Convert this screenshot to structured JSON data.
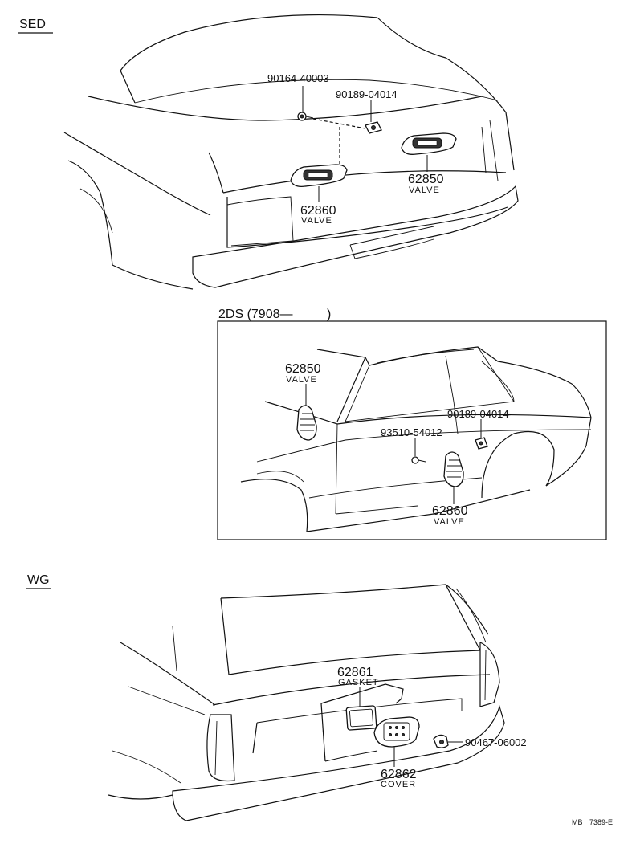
{
  "sections": {
    "sed": "SED",
    "wg": "WG"
  },
  "inset": {
    "title": "2DS (7908—",
    "title_close": ")"
  },
  "sed_parts": {
    "screw": "90164-40003",
    "nut": "90189-04014",
    "valve_right_no": "62850",
    "valve_right_name": "VALVE",
    "valve_left_no": "62860",
    "valve_left_name": "VALVE"
  },
  "ds_parts": {
    "valve_upper_no": "62850",
    "valve_upper_name": "VALVE",
    "nut": "90189-04014",
    "screw": "93510-54012",
    "valve_lower_no": "62860",
    "valve_lower_name": "VALVE"
  },
  "wg_parts": {
    "gasket_no": "62861",
    "gasket_name": "GASKET",
    "cover_no": "62862",
    "cover_name": "COVER",
    "nut": "90467-06002"
  },
  "footer": {
    "code_prefix": "MB",
    "code": "7389-E"
  }
}
